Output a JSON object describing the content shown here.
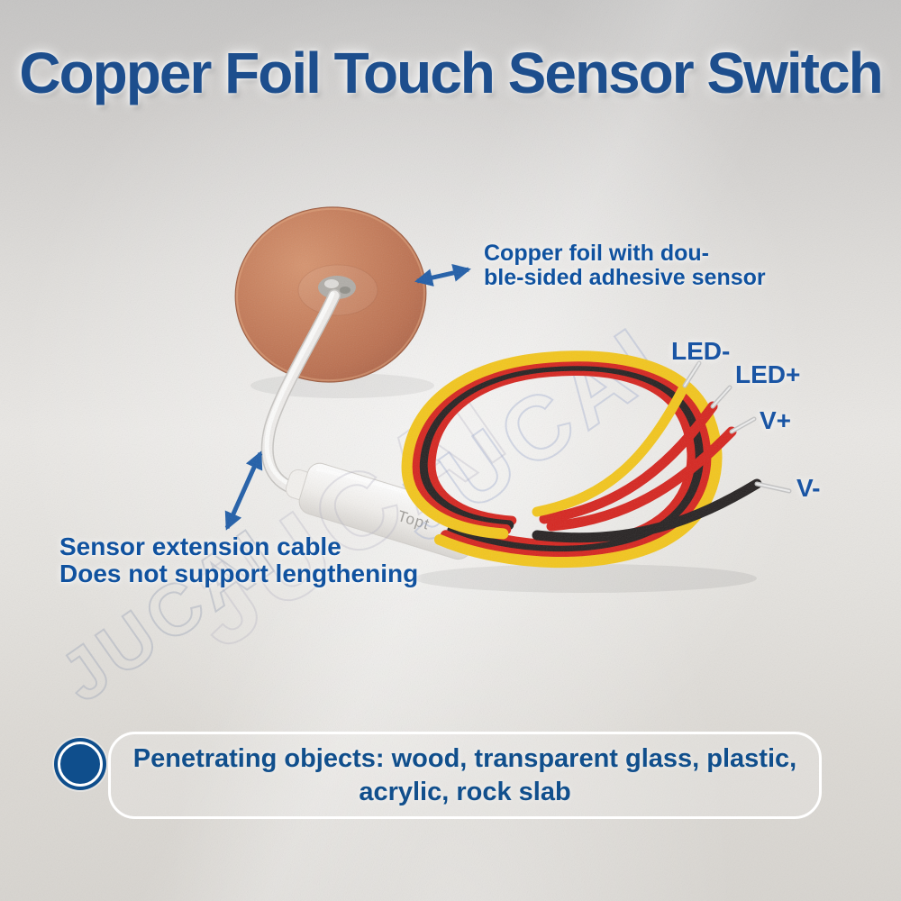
{
  "title": "Copper Foil Touch Sensor Switch",
  "callout_copper": {
    "line1": "Copper foil with dou-",
    "line2": "ble-sided adhesive sensor"
  },
  "callout_cable": {
    "line1": "Sensor extension cable",
    "line2": "Does not support lengthening"
  },
  "wire_labels": {
    "yellow": "LED-",
    "red1": "LED+",
    "red2": "V+",
    "black": "V-"
  },
  "module_print": "Topt",
  "watermark_text": "JUCAI",
  "panel": {
    "line1": "Penetrating objects: wood, transparent glass, plastic,",
    "line2": "acrylic, rock slab"
  },
  "colors": {
    "title_blue": "#1d4e8d",
    "label_blue": "#1a55a4",
    "arrow_blue": "#1f5da8",
    "panel_blue": "#114f8c",
    "wire_yellow": "#f3c61c",
    "wire_red": "#d6251f",
    "wire_black": "#262222",
    "copper": "#c8805d",
    "background_gray": "#e2e0dd"
  }
}
